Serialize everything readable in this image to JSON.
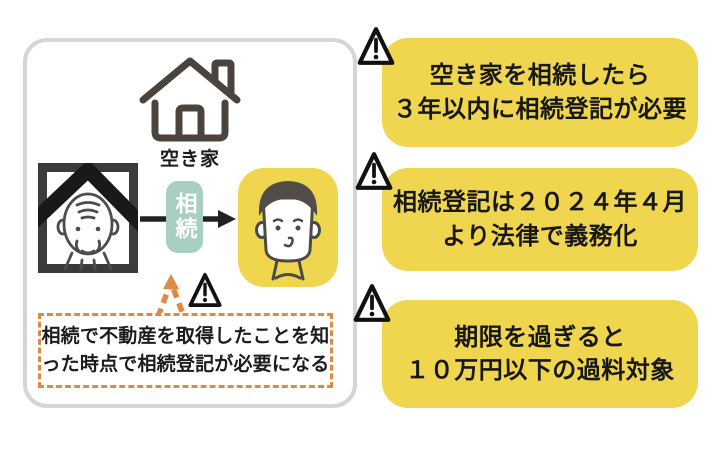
{
  "colors": {
    "accent_yellow": "#f0d64e",
    "accent_teal": "#a7cec1",
    "accent_orange": "#dd8a45",
    "panel_border_gray": "#d5d5d5",
    "ink_black": "#1c1c1c",
    "icon_dark_gray": "#4b443e"
  },
  "panel": {
    "house_label": "空き家",
    "inherit_badge": "相続",
    "note_line1": "相続で不動産を取得したことを知",
    "note_line2": "った時点で相続登記が必要になる"
  },
  "callouts": [
    {
      "line1": "空き家を相続したら",
      "line2": "３年以内に相続登記が必要"
    },
    {
      "line1": "相続登記は２０２４年４月",
      "line2": "より法律で義務化"
    },
    {
      "line1": "期限を過ぎると",
      "line2": "１０万円以下の過料対象"
    }
  ],
  "icons": {
    "warning-icon": "⚠",
    "house-icon": "⌂",
    "arrow-right-icon": "→",
    "dashed-arrow-up-icon": "↑"
  }
}
